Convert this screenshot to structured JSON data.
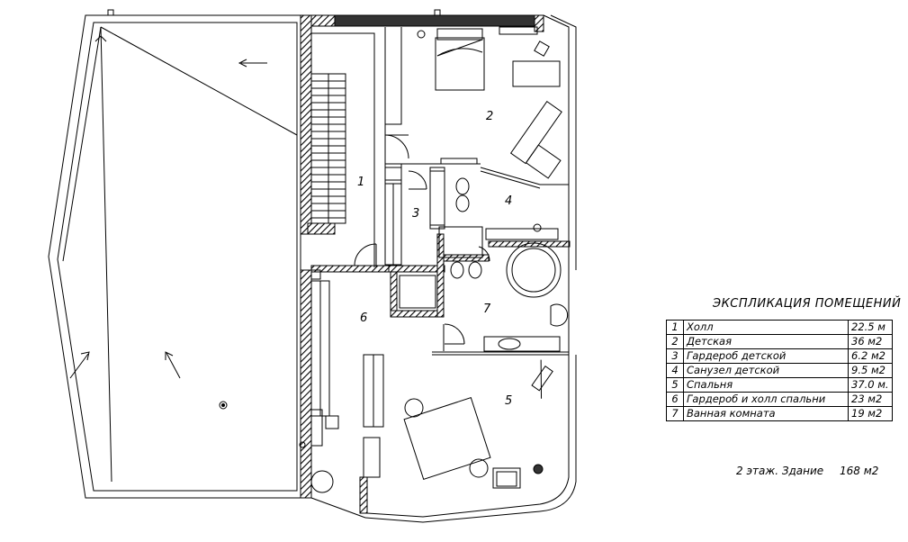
{
  "rooms": [
    {
      "num": "1",
      "name": "Холл",
      "area": "22.5 м"
    },
    {
      "num": "2",
      "name": "Детская",
      "area": "36 м2"
    },
    {
      "num": "3",
      "name": "Гардероб детской",
      "area": "6.2 м2"
    },
    {
      "num": "4",
      "name": "Санузел детской",
      "area": "9.5 м2"
    },
    {
      "num": "5",
      "name": "Спальня",
      "area": "37.0 м."
    },
    {
      "num": "6",
      "name": "Гардероб и холл спальни",
      "area": "23 м2"
    },
    {
      "num": "7",
      "name": "Ванная комната",
      "area": "19 м2"
    }
  ],
  "legend": {
    "title": "ЭКСПЛИКАЦИЯ ПОМЕЩЕНИЙ"
  },
  "summary": {
    "label": "2 этаж. Здание",
    "area": "168 м2"
  }
}
